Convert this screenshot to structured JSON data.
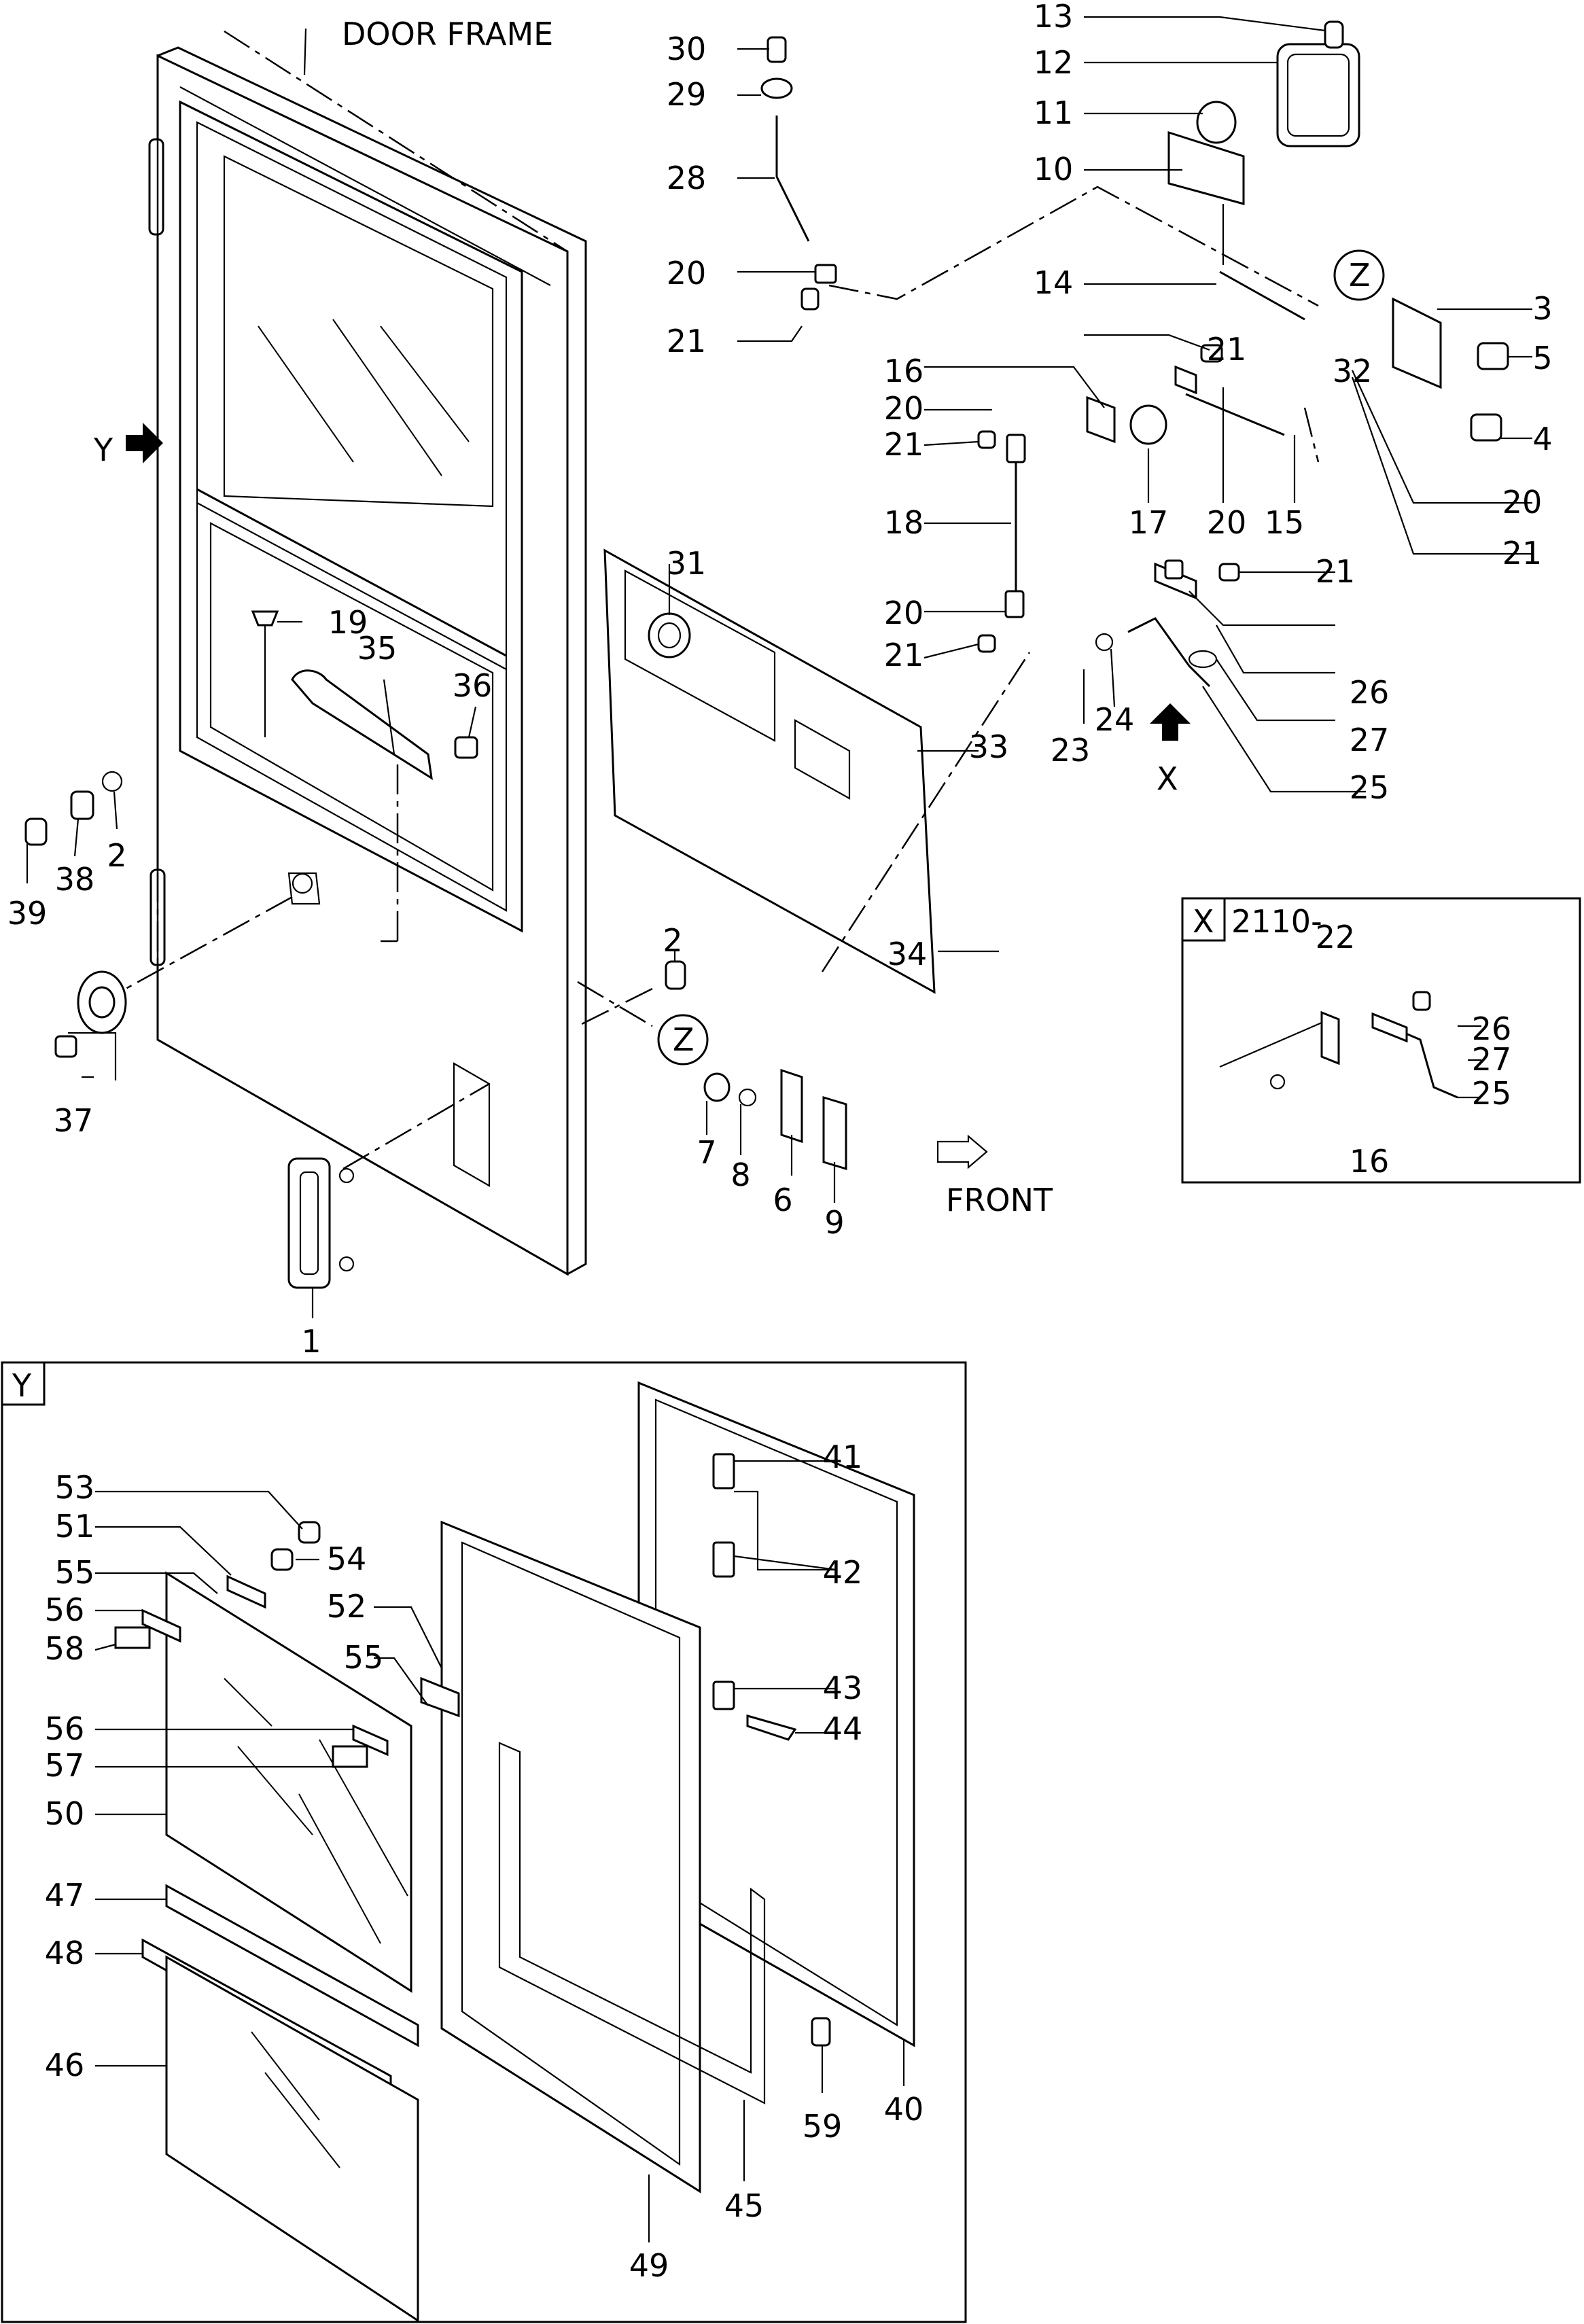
{
  "captions": {
    "door_frame": "DOOR FRAME",
    "front": "FRONT",
    "view_y_marker": "Y",
    "view_x_marker": "X",
    "detail_x_tag": "X",
    "detail_x_serial": "2110-",
    "detail_y_tag": "Y",
    "z_marker": "Z"
  },
  "callouts": [
    "1",
    "2",
    "3",
    "4",
    "5",
    "6",
    "7",
    "8",
    "9",
    "10",
    "11",
    "12",
    "13",
    "14",
    "15",
    "16",
    "17",
    "18",
    "19",
    "20",
    "20",
    "20",
    "20",
    "20",
    "21",
    "21",
    "21",
    "21",
    "21",
    "21",
    "22",
    "16",
    "23",
    "24",
    "25",
    "26",
    "27",
    "28",
    "29",
    "30",
    "31",
    "32",
    "33",
    "34",
    "35",
    "36",
    "37",
    "38",
    "39",
    "2",
    "26",
    "27",
    "25",
    "40",
    "41",
    "42",
    "43",
    "44",
    "45",
    "46",
    "47",
    "48",
    "49",
    "50",
    "51",
    "52",
    "53",
    "54",
    "55",
    "55",
    "56",
    "56",
    "57",
    "58",
    "59"
  ]
}
